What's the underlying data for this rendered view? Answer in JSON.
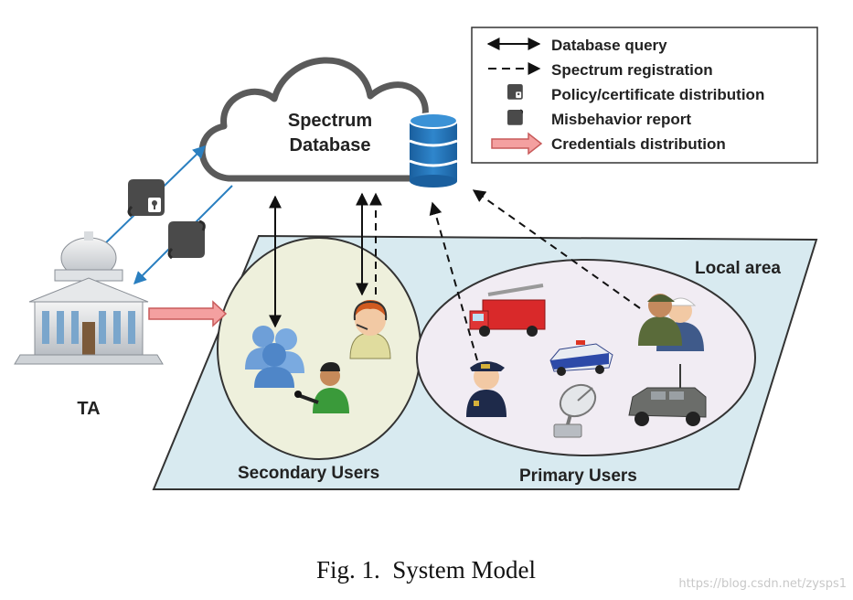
{
  "diagram": {
    "cloud_label_line1": "Spectrum",
    "cloud_label_line2": "Database",
    "ta_label": "TA",
    "local_area_label": "Local area",
    "secondary_users_label": "Secondary Users",
    "primary_users_label": "Primary Users"
  },
  "legend": {
    "items": [
      {
        "label": "Database query",
        "icon": "double-arrow-icon"
      },
      {
        "label": "Spectrum registration",
        "icon": "dashed-arrow-icon"
      },
      {
        "label": "Policy/certificate distribution",
        "icon": "scroll-key-icon"
      },
      {
        "label": "Misbehavior report",
        "icon": "scroll-icon"
      },
      {
        "label": "Credentials distribution",
        "icon": "pink-arrow-icon"
      }
    ]
  },
  "caption": "Fig. 1.  System Model",
  "watermark": "https://blog.csdn.net/zysps1",
  "colors": {
    "plane_fill": "#d8eaf0",
    "secondary_circle_fill": "#eef0dc",
    "primary_circle_fill": "#f1ecf3",
    "cloud_stroke": "#555555",
    "database_blue": "#1f6fb5",
    "ta_arrow_blue": "#2a7fc0",
    "credentials_arrow": "#f08a8a"
  }
}
